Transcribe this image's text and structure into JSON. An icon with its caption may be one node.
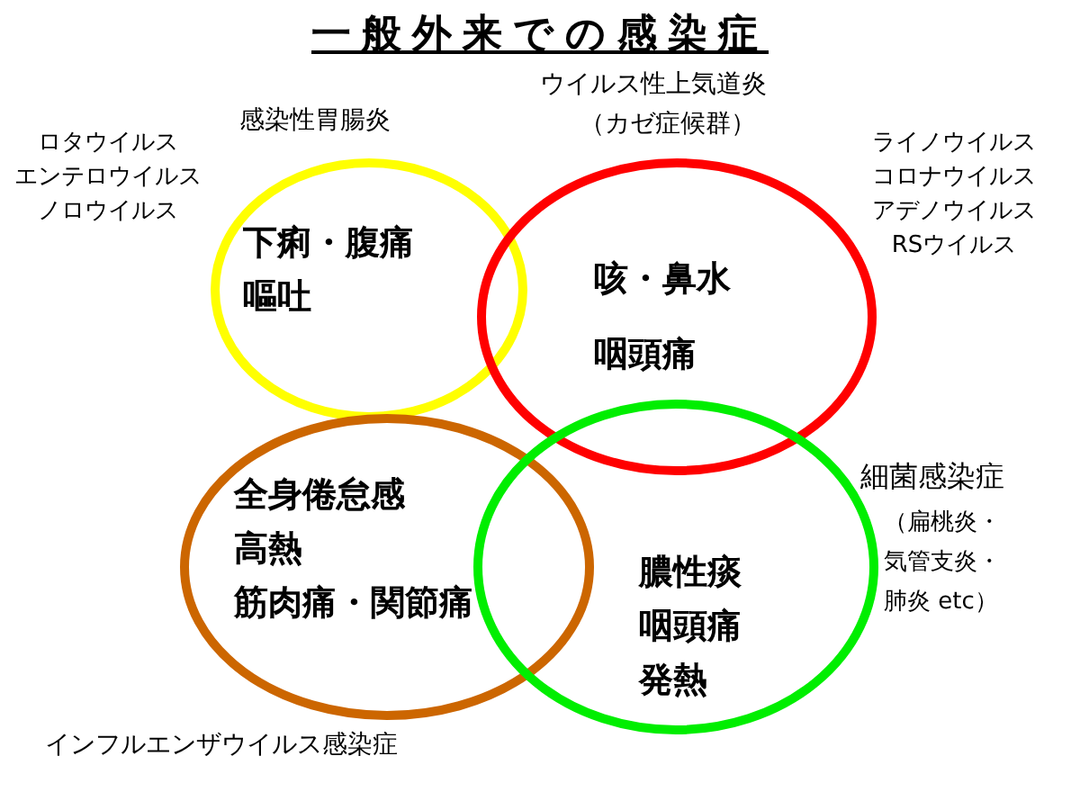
{
  "diagram": {
    "title": "一般外来での感染症",
    "nodes": [
      {
        "text": [
          "感染性胃腸炎",
          "下痢・腹痛",
          "嘔吐"
        ],
        "beside": [
          "ロタウイルス",
          "エンテロウイルス",
          "ノロウイルス"
        ]
      },
      {
        "text": [
          "ウイルス性上気道炎",
          "（カゼ症候群）",
          "咳・鼻水",
          "咽頭痛"
        ],
        "beside": [
          "ライノウイルス",
          "コロナウイルス",
          "アデノウイルス",
          "RSウイルス"
        ]
      },
      {
        "text": [
          "全身倦怠感",
          "高熱",
          "筋肉痛・関節痛",
          "インフルエンザウイルス感染症"
        ]
      },
      {
        "text": [
          "膿性痰",
          "咽頭痛",
          "発熱",
          "細菌感染症",
          "（扁桃炎・気管支炎・肺炎 etc）"
        ]
      }
    ]
  }
}
